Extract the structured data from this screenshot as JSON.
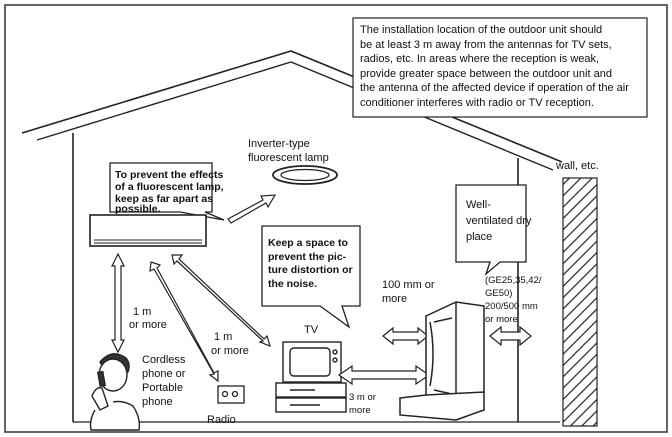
{
  "notes": {
    "installation_lines": [
      "The installation location of the outdoor unit should",
      "be at least 3 m away from the antennas for TV sets,",
      "radios, etc. In areas where the reception is weak,",
      "provide greater space between the outdoor unit and",
      "the antenna of the affected device if operation of the air",
      "conditioner interferes with radio or TV reception."
    ],
    "lamp_lines": [
      "Inverter-type",
      "fluorescent lamp"
    ],
    "prevent_effects_lines": [
      "To prevent the effects",
      "of a fluorescent lamp,",
      "keep as far apart as",
      "possible."
    ],
    "wall_label": "wall, etc.",
    "ventilated_lines": [
      "Well-",
      "ventilated dry",
      "place"
    ],
    "space_lines": [
      "Keep a space to",
      "prevent the pic-",
      "ture distortion or",
      "the noise."
    ],
    "clearance_100_lines": [
      "100 mm or",
      "more"
    ],
    "models_lines": [
      "(GE25,35,42/",
      "GE50)",
      "200/500 mm",
      "or more"
    ],
    "one_m_left_lines": [
      "1 m",
      "or more"
    ],
    "one_m_mid_lines": [
      "1 m",
      "or more"
    ],
    "tv_label": "TV",
    "three_m_lines": [
      "3 m or",
      "more"
    ],
    "phone_lines": [
      "Cordless",
      "phone or",
      "Portable",
      "phone"
    ],
    "radio_label": "Radio"
  }
}
